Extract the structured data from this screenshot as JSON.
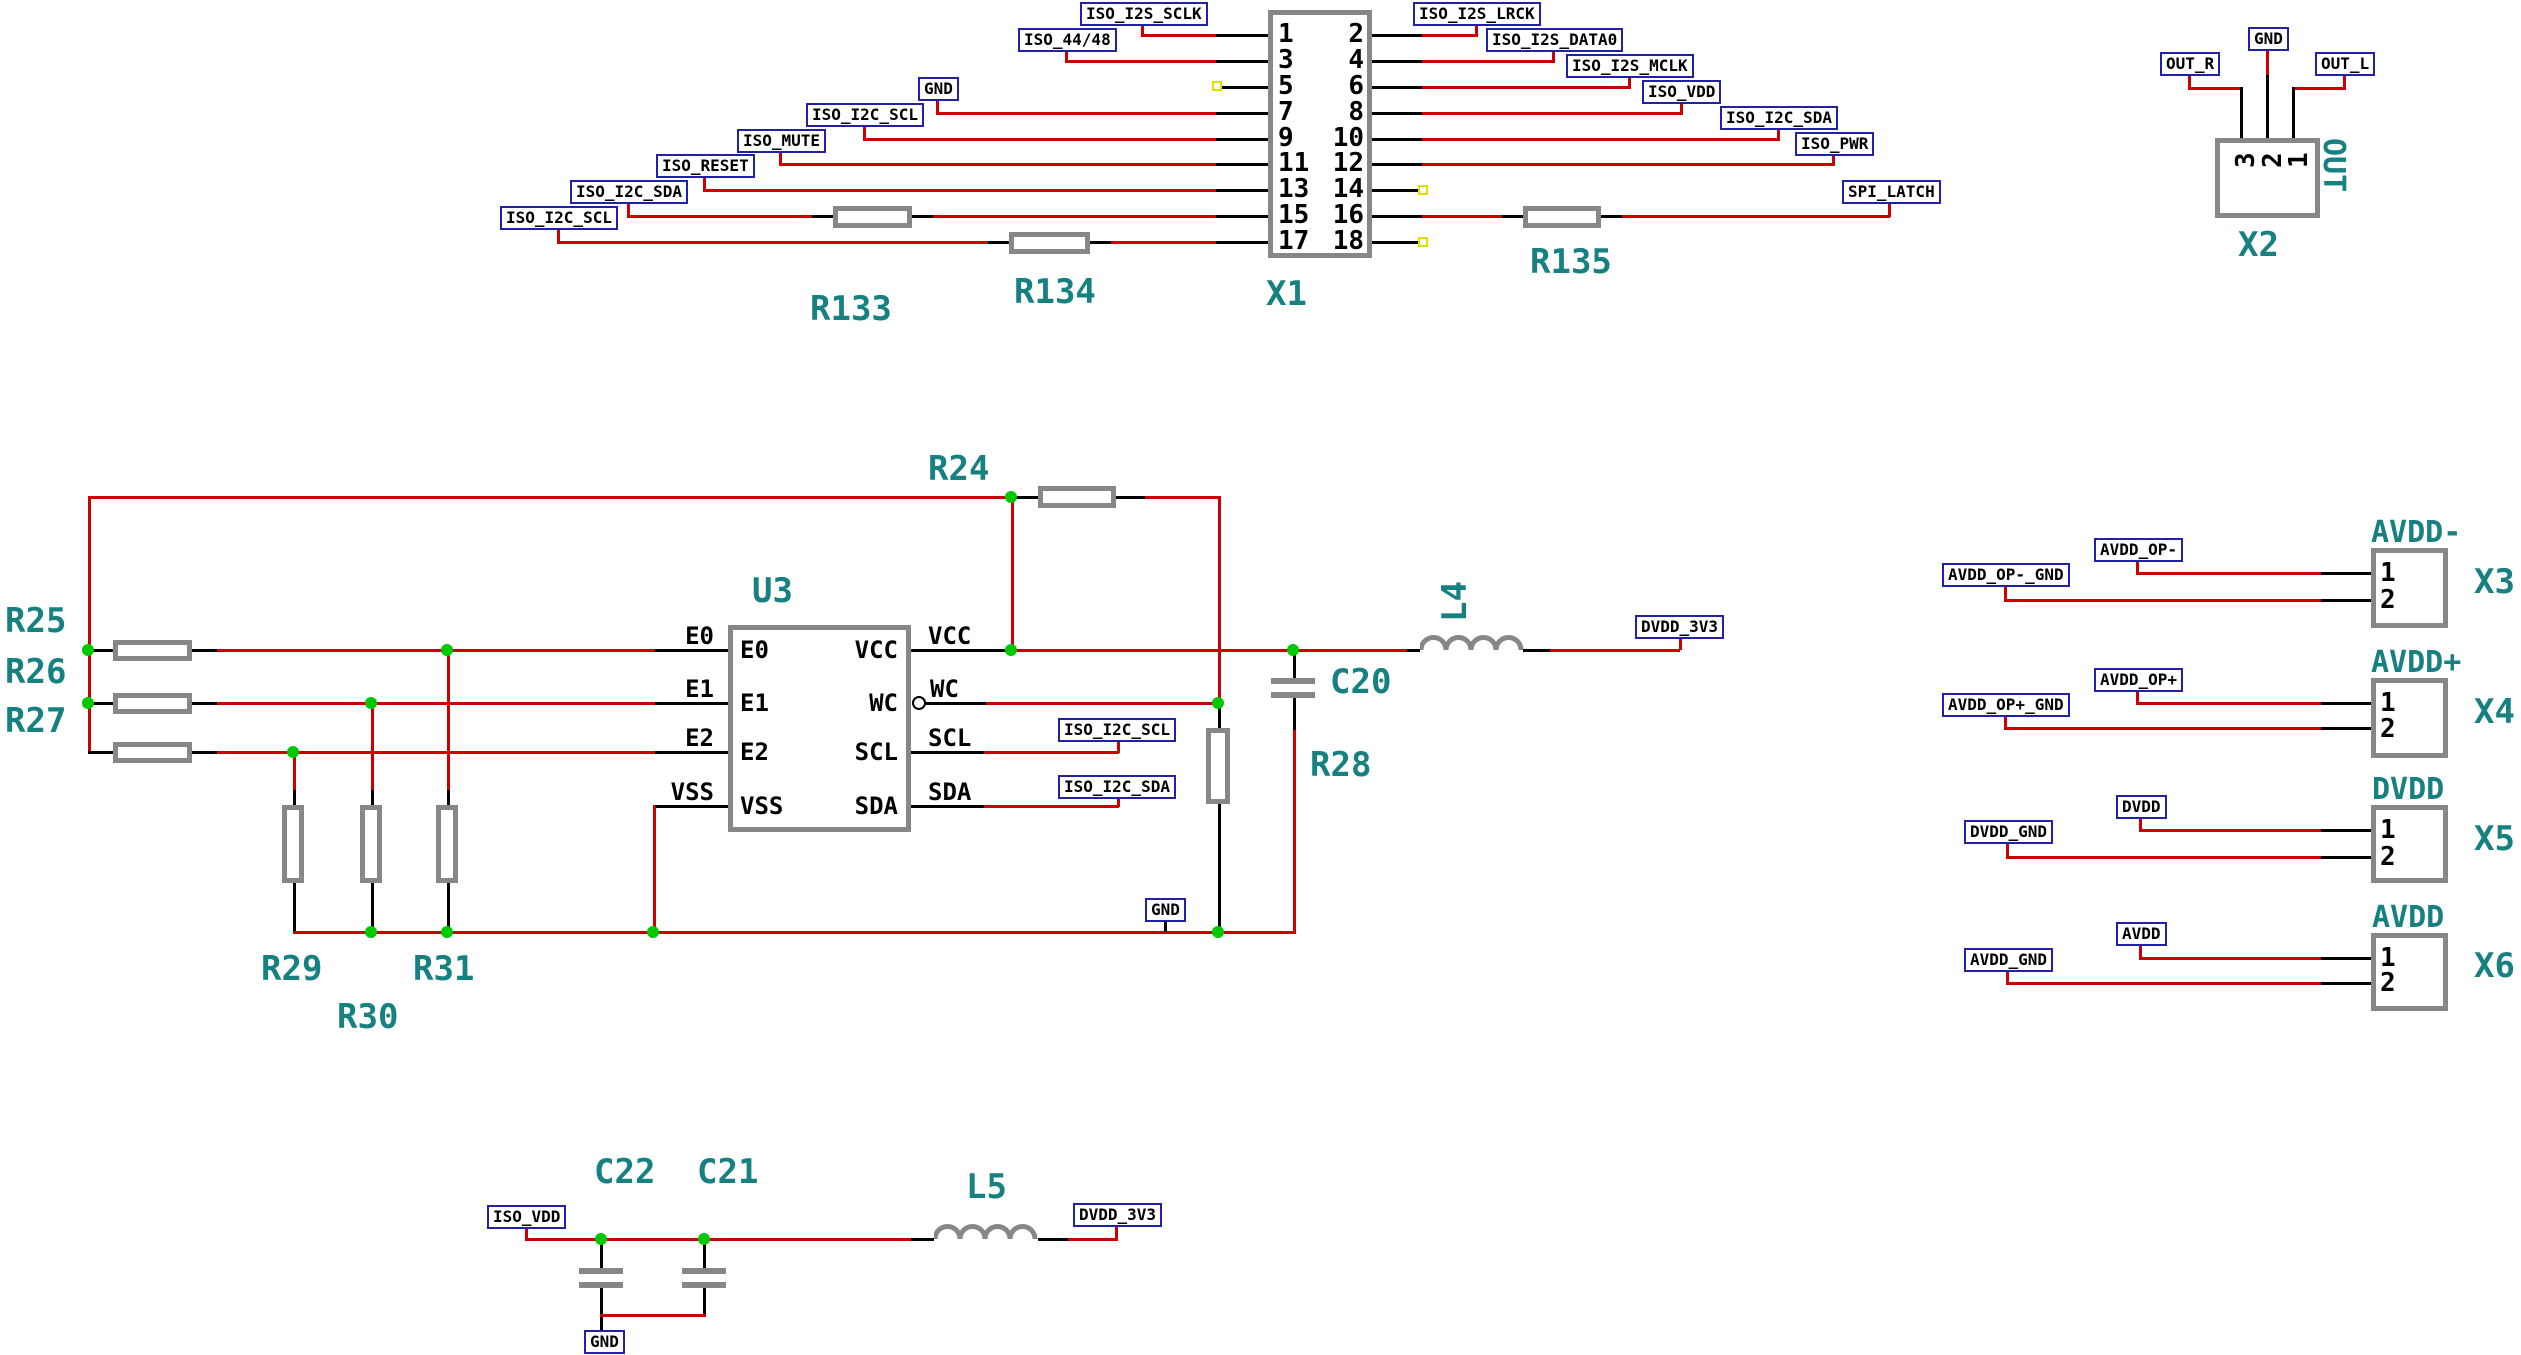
{
  "colors": {
    "wire_red": "#cc0000",
    "pin_black": "#000000",
    "component_gray": "#878787",
    "net_label_navy": "#2121a3",
    "refdes_teal": "#178080",
    "junction_green": "#00c800",
    "unconnected_yellow": "#e0e000"
  },
  "x1": {
    "ref": "X1",
    "pins_left": [
      "1",
      "3",
      "5",
      "7",
      "9",
      "11",
      "13",
      "15",
      "17"
    ],
    "pins_right": [
      "2",
      "4",
      "6",
      "8",
      "10",
      "12",
      "14",
      "16",
      "18"
    ],
    "nets_left": {
      "p1": "ISO_I2S_SCLK",
      "p3": "ISO_44/48",
      "p7": "GND",
      "p9": "ISO_I2C_SCL",
      "p11": "ISO_MUTE",
      "p13": "ISO_RESET",
      "p15": "ISO_I2C_SDA",
      "p17": "ISO_I2C_SCL"
    },
    "nets_right": {
      "p2": "ISO_I2S_LRCK",
      "p4": "ISO_I2S_DATA0",
      "p6": "ISO_I2S_MCLK",
      "p8": "ISO_VDD",
      "p10": "ISO_I2C_SDA",
      "p12": "ISO_PWR",
      "p16": "SPI_LATCH"
    },
    "r133": "R133",
    "r134": "R134",
    "r135": "R135"
  },
  "x2": {
    "ref": "X2",
    "title": "OUT",
    "pins": [
      "3",
      "2",
      "1"
    ],
    "nets": {
      "out_r": "OUT_R",
      "gnd": "GND",
      "out_l": "OUT_L"
    }
  },
  "u3": {
    "ref": "U3",
    "pins_left": [
      "E0",
      "E1",
      "E2",
      "VSS"
    ],
    "pins_right": [
      "VCC",
      "WC",
      "SCL",
      "SDA"
    ],
    "r24": "R24",
    "r25": "R25",
    "r26": "R26",
    "r27": "R27",
    "r28": "R28",
    "r29": "R29",
    "r30": "R30",
    "r31": "R31",
    "c20": "C20",
    "l4": "L4",
    "nets": {
      "dvdd": "DVDD_3V3",
      "scl": "ISO_I2C_SCL",
      "sda": "ISO_I2C_SDA",
      "gnd": "GND"
    }
  },
  "power_headers": [
    {
      "ref": "X3",
      "title": "AVDD-",
      "pin1": "1",
      "pin2": "2",
      "net1": "AVDD_OP-",
      "net2": "AVDD_OP-_GND"
    },
    {
      "ref": "X4",
      "title": "AVDD+",
      "pin1": "1",
      "pin2": "2",
      "net1": "AVDD_OP+",
      "net2": "AVDD_OP+_GND"
    },
    {
      "ref": "X5",
      "title": "DVDD",
      "pin1": "1",
      "pin2": "2",
      "net1": "DVDD",
      "net2": "DVDD_GND"
    },
    {
      "ref": "X6",
      "title": "AVDD",
      "pin1": "1",
      "pin2": "2",
      "net1": "AVDD",
      "net2": "AVDD_GND"
    }
  ],
  "filter": {
    "c22": "C22",
    "c21": "C21",
    "l5": "L5",
    "nets": {
      "in": "ISO_VDD",
      "gnd": "GND",
      "out": "DVDD_3V3"
    }
  }
}
